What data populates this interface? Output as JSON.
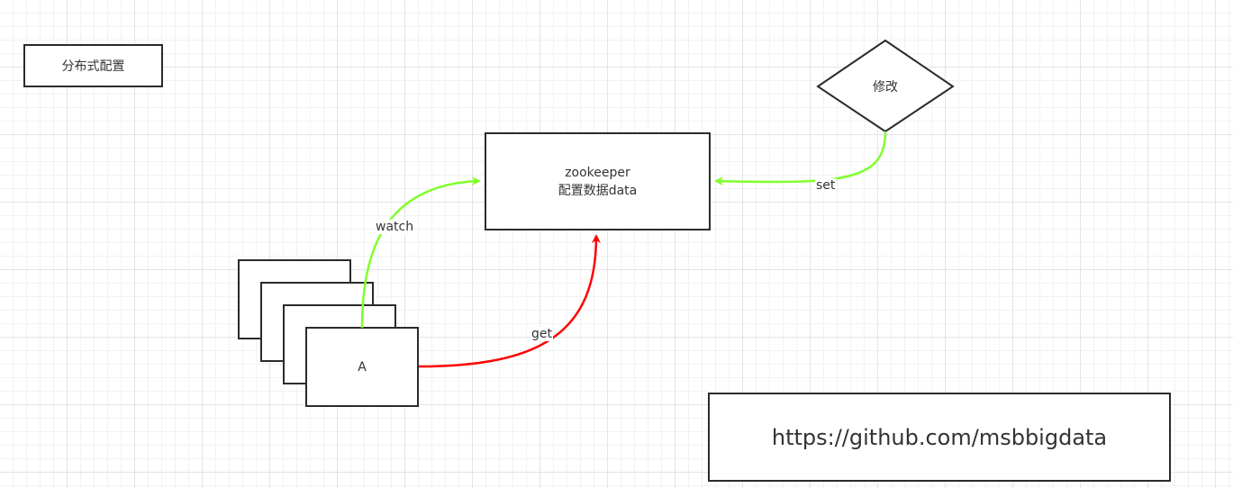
{
  "diagram": {
    "title": "分布式配置",
    "zookeeper": {
      "line1": "zookeeper",
      "line2": "配置数据data"
    },
    "client_label": "A",
    "modify_label": "修改",
    "url": "https://github.com/msbbigdata",
    "edges": {
      "watch": "watch",
      "get": "get",
      "set": "set"
    },
    "colors": {
      "watch_set_arrow": "#80ff2b",
      "get_arrow": "#ff0000",
      "border": "#2b2b2b"
    }
  }
}
